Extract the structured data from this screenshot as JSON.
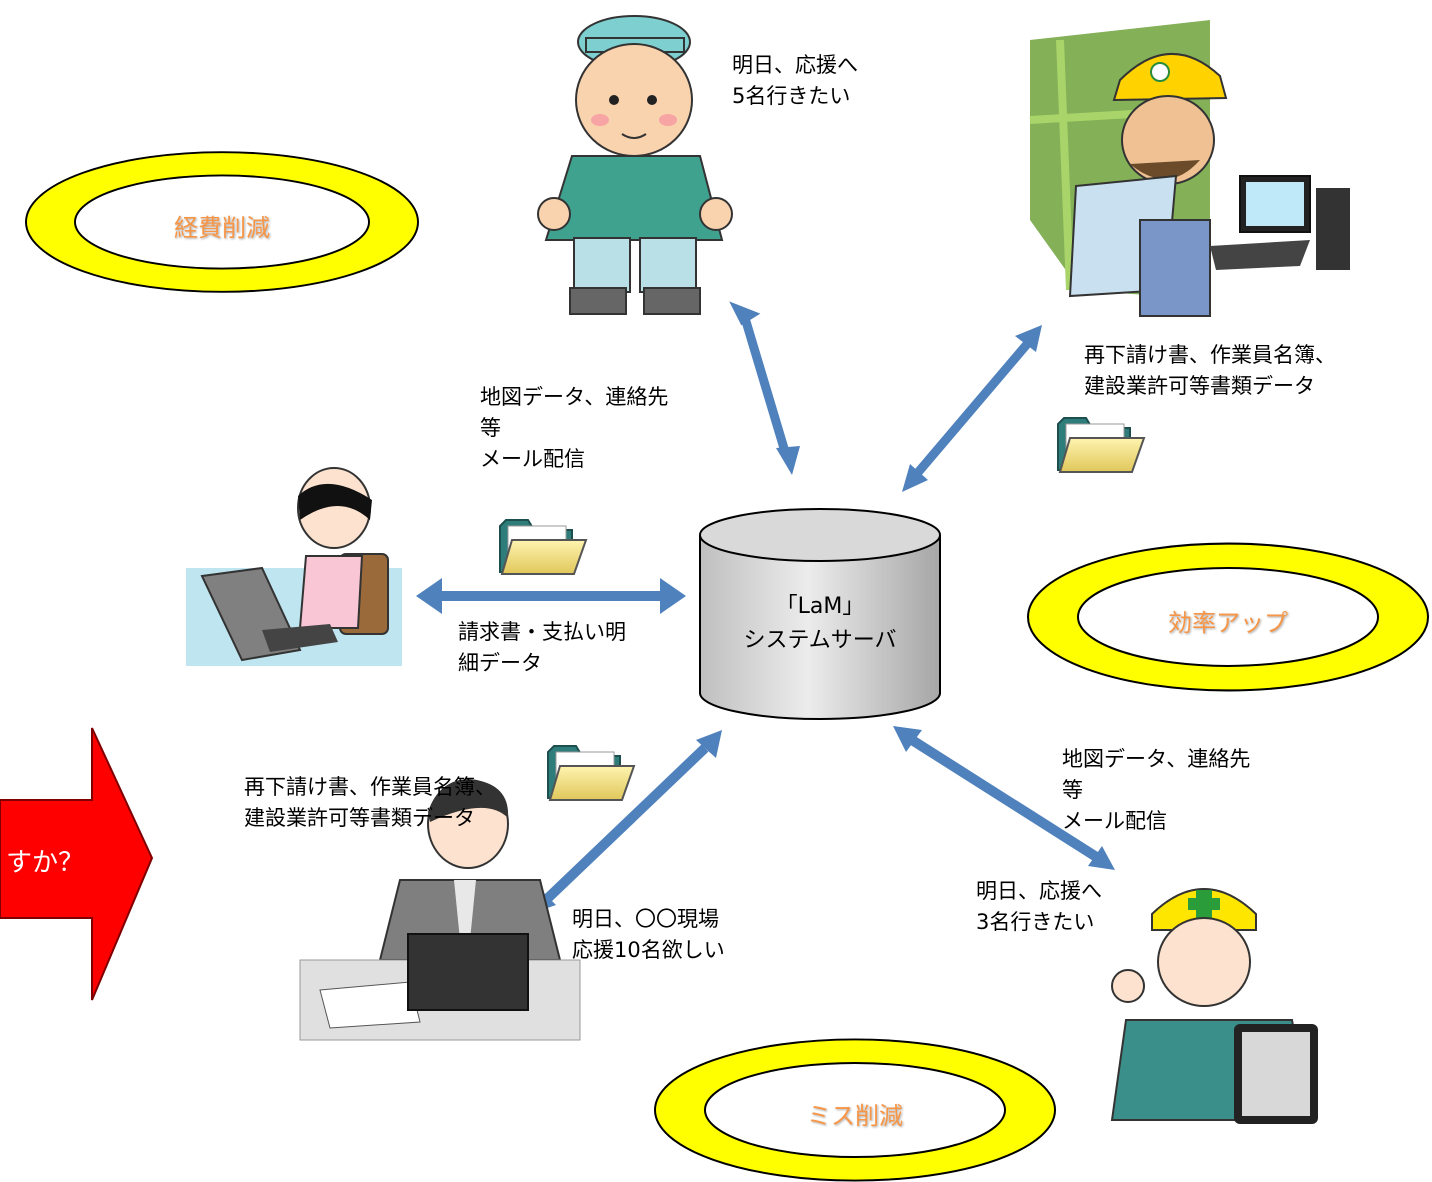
{
  "server": {
    "line1": "「LaM」",
    "line2": "システムサーバ"
  },
  "badges": {
    "cost": "経費削減",
    "efficiency": "効率アップ",
    "mistakes": "ミス削減"
  },
  "labels": {
    "worker_top": [
      "明日、応援へ",
      "5名行きたい"
    ],
    "foreman_docs": [
      "再下請け書、作業員名簿、",
      "建設業許可等書類データ"
    ],
    "map_top": [
      "地図データ、連絡先",
      "等",
      "メール配信"
    ],
    "invoice": [
      "請求書・支払い明",
      "細データ"
    ],
    "docs_bottom": [
      "再下請け書、作業員名簿、",
      "建設業許可等書類データ"
    ],
    "map_bottom": [
      "地図データ、連絡先",
      "等",
      "メール配信"
    ],
    "manager_request": [
      "明日、〇〇現場",
      "応援10名欲しい"
    ],
    "worker_bottom": [
      "明日、応援へ",
      "3名行きたい"
    ]
  },
  "red_arrow_text": "すか？",
  "colors": {
    "connector": "#4f81bd",
    "ring": "#ffff00",
    "badge_text": "#f79646",
    "red_arrow": "#ff0000",
    "server": "#d9d9d9"
  }
}
